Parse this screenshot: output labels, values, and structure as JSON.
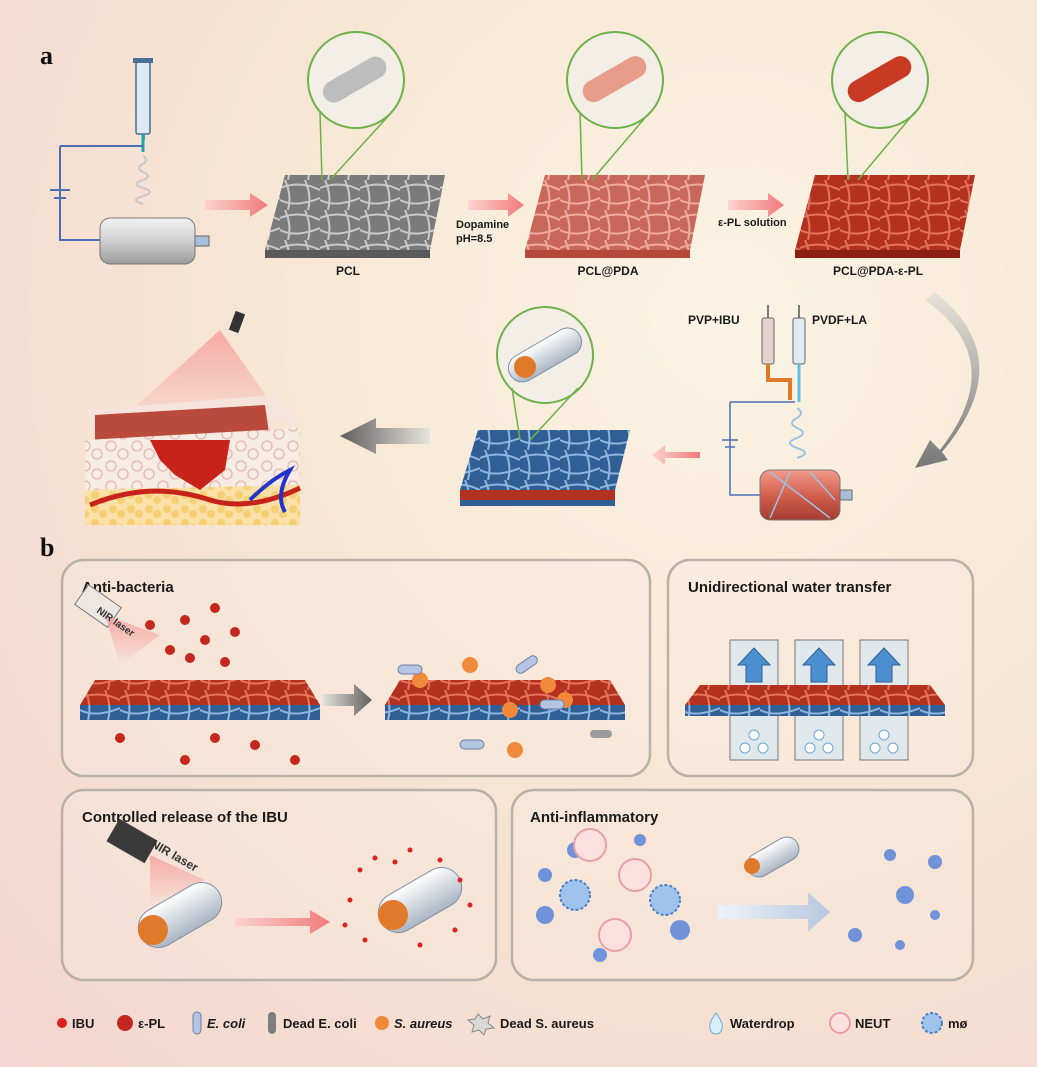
{
  "panel_a": {
    "letter": "a",
    "mats": [
      "PCL",
      "PCL@PDA",
      "PCL@PDA-ε-PL"
    ],
    "step1_line1": "Dopamine",
    "step1_line2": "pH=8.5",
    "step2": "ε-PL solution",
    "syringe_left": "PVP+IBU",
    "syringe_right": "PVDF+LA"
  },
  "panel_b": {
    "letter": "b",
    "boxes": [
      {
        "title": "Anti-bacteria",
        "laser": "NIR laser"
      },
      {
        "title": "Unidirectional water transfer"
      },
      {
        "title": "Controlled release of the IBU",
        "laser": "NIR laser"
      },
      {
        "title": "Anti-inflammatory"
      }
    ]
  },
  "legend": [
    {
      "label": "IBU",
      "italic": false
    },
    {
      "label": "ε-PL",
      "italic": false
    },
    {
      "label": "E. coli",
      "italic": true
    },
    {
      "label": "Dead E. coli",
      "italic": false
    },
    {
      "label": "S. aureus",
      "italic": true
    },
    {
      "label": "Dead S. aureus",
      "italic": false
    },
    {
      "label": "Waterdrop",
      "italic": false
    },
    {
      "label": "NEUT",
      "italic": false
    },
    {
      "label": "mø",
      "italic": false
    }
  ],
  "colors": {
    "pcl_gray": "#8a8a8a",
    "pda_salmon": "#d9776b",
    "epl_red": "#c53a2a",
    "pvdf_blue": "#3f78b5",
    "arrow_pink": "#f4a0a0",
    "arrow_gray": "#6f6f6f",
    "zoom_green": "#6fb04a",
    "box_border": "#b9b0a8"
  }
}
